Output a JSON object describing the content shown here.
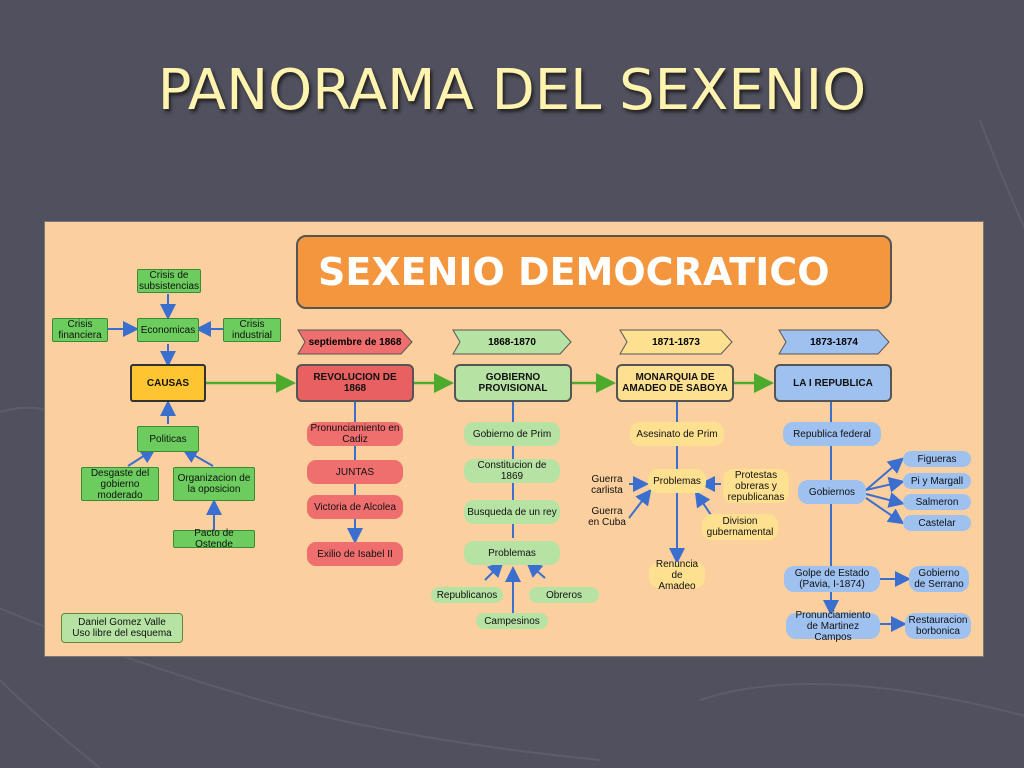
{
  "slide": {
    "title": "PANORAMA DEL SEXENIO"
  },
  "header": {
    "title": "SEXENIO DEMOCRATICO"
  },
  "periods": [
    {
      "label": "septiembre de 1868",
      "color": "#ef6f6f"
    },
    {
      "label": "1868-1870",
      "color": "#b6e3a4"
    },
    {
      "label": "1871-1873",
      "color": "#fde090"
    },
    {
      "label": "1873-1874",
      "color": "#9ec1f0"
    }
  ],
  "causes": {
    "main": "CAUSAS",
    "crisis_subsistencias": "Crisis de subsistencias",
    "crisis_financiera": "Crisis financiera",
    "economicas": "Economicas",
    "crisis_industrial": "Crisis industrial",
    "politicas": "Politicas",
    "desgaste": "Desgaste del gobierno moderado",
    "organizacion": "Organizacion de la oposicion",
    "pacto": "Pacto de Ostende"
  },
  "revolucion": {
    "title": "REVOLUCION DE 1868",
    "items": [
      "Pronunciamiento en Cadiz",
      "JUNTAS",
      "Victoria de Alcolea",
      "Exilio de Isabel II"
    ]
  },
  "gobierno": {
    "title": "GOBIERNO PROVISIONAL",
    "items": [
      "Gobierno de Prim",
      "Constitucion de 1869",
      "Busqueda de un rey",
      "Problemas"
    ],
    "problems": [
      "Republicanos",
      "Campesinos",
      "Obreros"
    ]
  },
  "monarquia": {
    "title": "MONARQUIA DE AMADEO DE SABOYA",
    "asesinato": "Asesinato de Prim",
    "problemas": "Problemas",
    "guerra_carlista": "Guerra carlista",
    "guerra_cuba": "Guerra en Cuba",
    "protestas": "Protestas obreras y republicanas",
    "division": "Division gubernamental",
    "renuncia": "Renuncia de Amadeo"
  },
  "republica": {
    "title": "LA I REPUBLICA",
    "federal": "Republica federal",
    "gobiernos": "Gobiernos",
    "presidents": [
      "Figueras",
      "Pi y Margall",
      "Salmeron",
      "Castelar"
    ],
    "golpe": "Golpe de Estado (Pavia, I-1874)",
    "serrano": "Gobierno de Serrano",
    "pronunciamiento": "Pronunciamiento de Martinez Campos",
    "restauracion": "Restauracion borbonica"
  },
  "credit": {
    "line1": "Daniel Gomez Valle",
    "line2": "Uso libre del esquema"
  },
  "colors": {
    "background": "#50505e",
    "panel": "#fccf9e",
    "title": "#fff3b0",
    "header": "#f3963e",
    "blue_arrow": "#3a6fd0",
    "green_arrow": "#4caa2c"
  }
}
